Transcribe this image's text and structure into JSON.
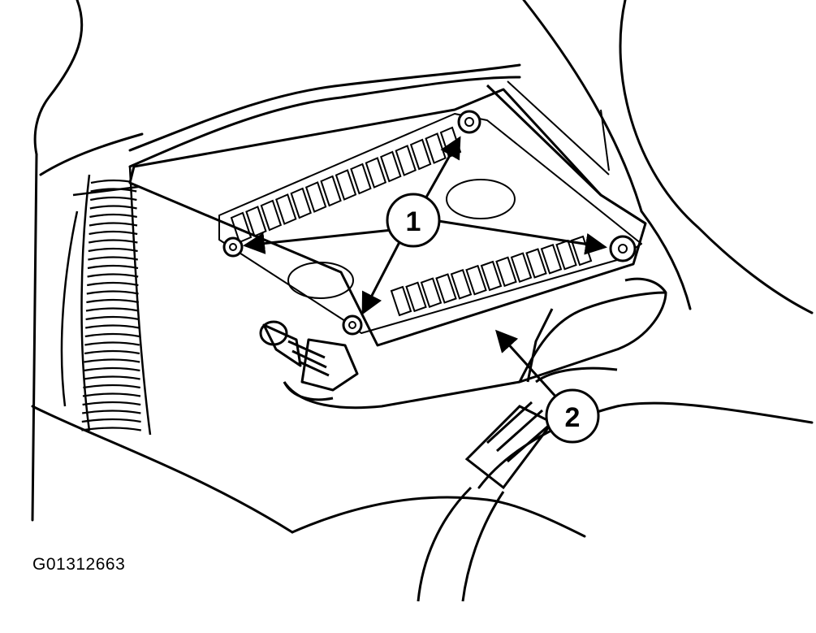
{
  "callouts": {
    "fasteners": "1",
    "module": "2"
  },
  "figure_code": "G01312663",
  "colors": {
    "line": "#000000",
    "background": "#ffffff"
  }
}
